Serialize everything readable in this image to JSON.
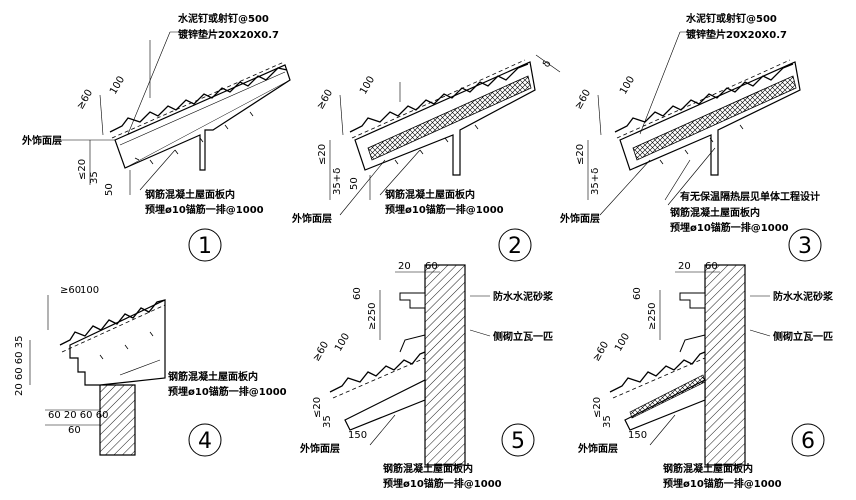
{
  "labels": {
    "nail": "水泥钉或射钉@500",
    "pad": "镀锌垫片20X20X0.7",
    "exterior": "外饰面层",
    "rc_slab": "钢筋混凝土屋面板内",
    "anchor": "预埋ø10锚筋一排@1000",
    "insulation": "有无保温隔热层见单体工程设计",
    "mortar": "防水水泥砂浆",
    "flashing": "侧砌立瓦一匹"
  },
  "dims": {
    "ge60": "≥60",
    "d100": "100",
    "d50": "50",
    "le20": "≤20",
    "d35": "35",
    "d35d": "35+δ",
    "delta": "δ",
    "d20": "20",
    "d60": "60",
    "ge250": "≥250",
    "d150": "150",
    "d4_left": "20 60  60  35",
    "d4_bottom": "60 20 60 60",
    "d4_base": "60"
  },
  "detail_numbers": [
    "1",
    "2",
    "3",
    "4",
    "5",
    "6"
  ]
}
